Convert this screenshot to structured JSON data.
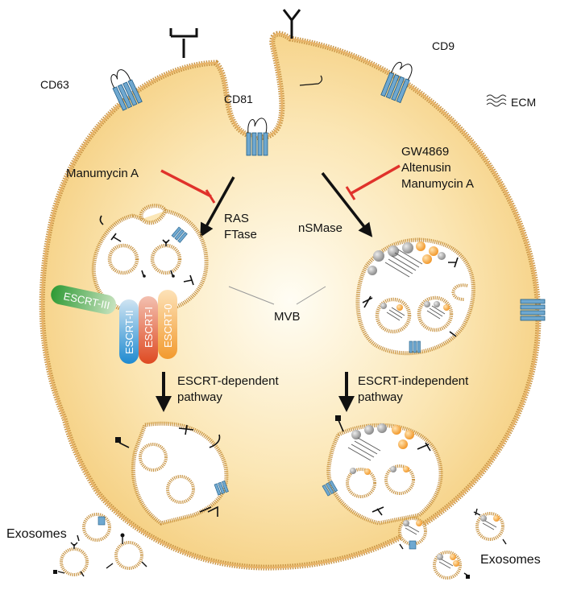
{
  "labels": {
    "cd63": "CD63",
    "cd81": "CD81",
    "cd9": "CD9",
    "ecm": "ECM",
    "manumycin_left": "Manumycin A",
    "gw4869": "GW4869",
    "altenusin": "Altenusin",
    "manumycin_right": "Manumycin A",
    "ras": "RAS",
    "ftase": "FTase",
    "nsmase": "nSMase",
    "mvb": "MVB",
    "escrt_dep_1": "ESCRT-dependent",
    "escrt_dep_2": "pathway",
    "escrt_indep_1": "ESCRT-independent",
    "escrt_indep_2": "pathway",
    "exosomes_left": "Exosomes",
    "exosomes_right": "Exosomes"
  },
  "escrt": {
    "escrt_iii": "ESCRT-III",
    "escrt_ii": "ESCRT-II",
    "escrt_i": "ESCRT-I",
    "escrt_0": "ESCRT-0"
  },
  "colors": {
    "cytoplasm": "#f8d790",
    "membrane": "#c99545",
    "tetraspanin": "#6fa8d0",
    "inhibitor": "#e0322b",
    "arrow": "#111111",
    "ceramide_orange": "#f2a33c",
    "ceramide_gray": "#9a9a9a",
    "escrt_iii": "#3a9a3a",
    "escrt_ii": "#2b8fd1",
    "escrt_i": "#e0502b",
    "escrt_0": "#f2a33c"
  }
}
